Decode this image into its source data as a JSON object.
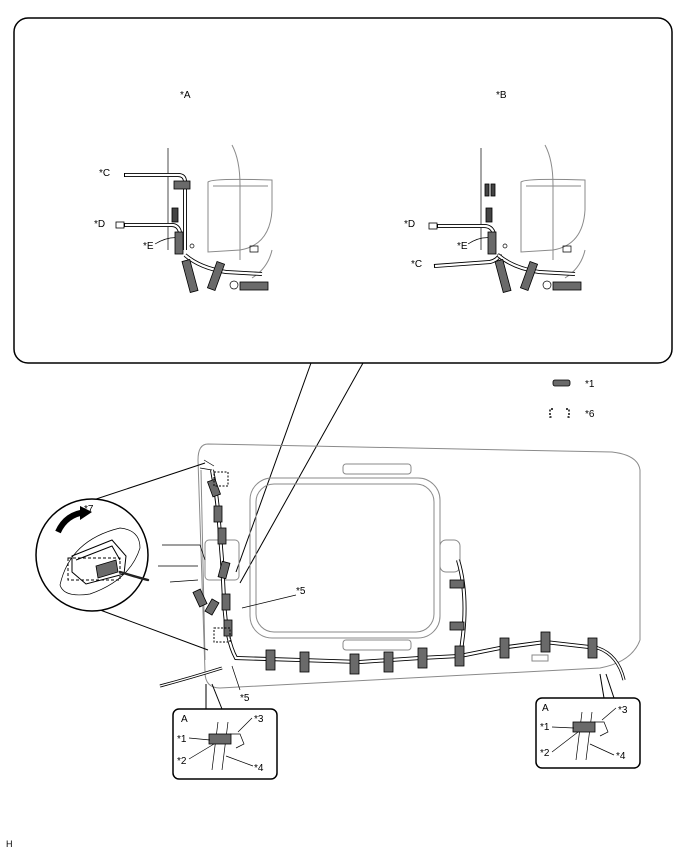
{
  "callouts": {
    "a": "*A",
    "b": "*B",
    "c": "*C",
    "d": "*D",
    "e": "*E",
    "n1": "*1",
    "n2": "*2",
    "n3": "*3",
    "n4": "*4",
    "n5": "*5",
    "n6": "*6",
    "n7": "*7"
  },
  "inset_label": "A",
  "figure_code": "H",
  "colors": {
    "line": "#000000",
    "clamp": "#444444",
    "tape": "#6a6a6a",
    "body": "#8a8a8a"
  }
}
